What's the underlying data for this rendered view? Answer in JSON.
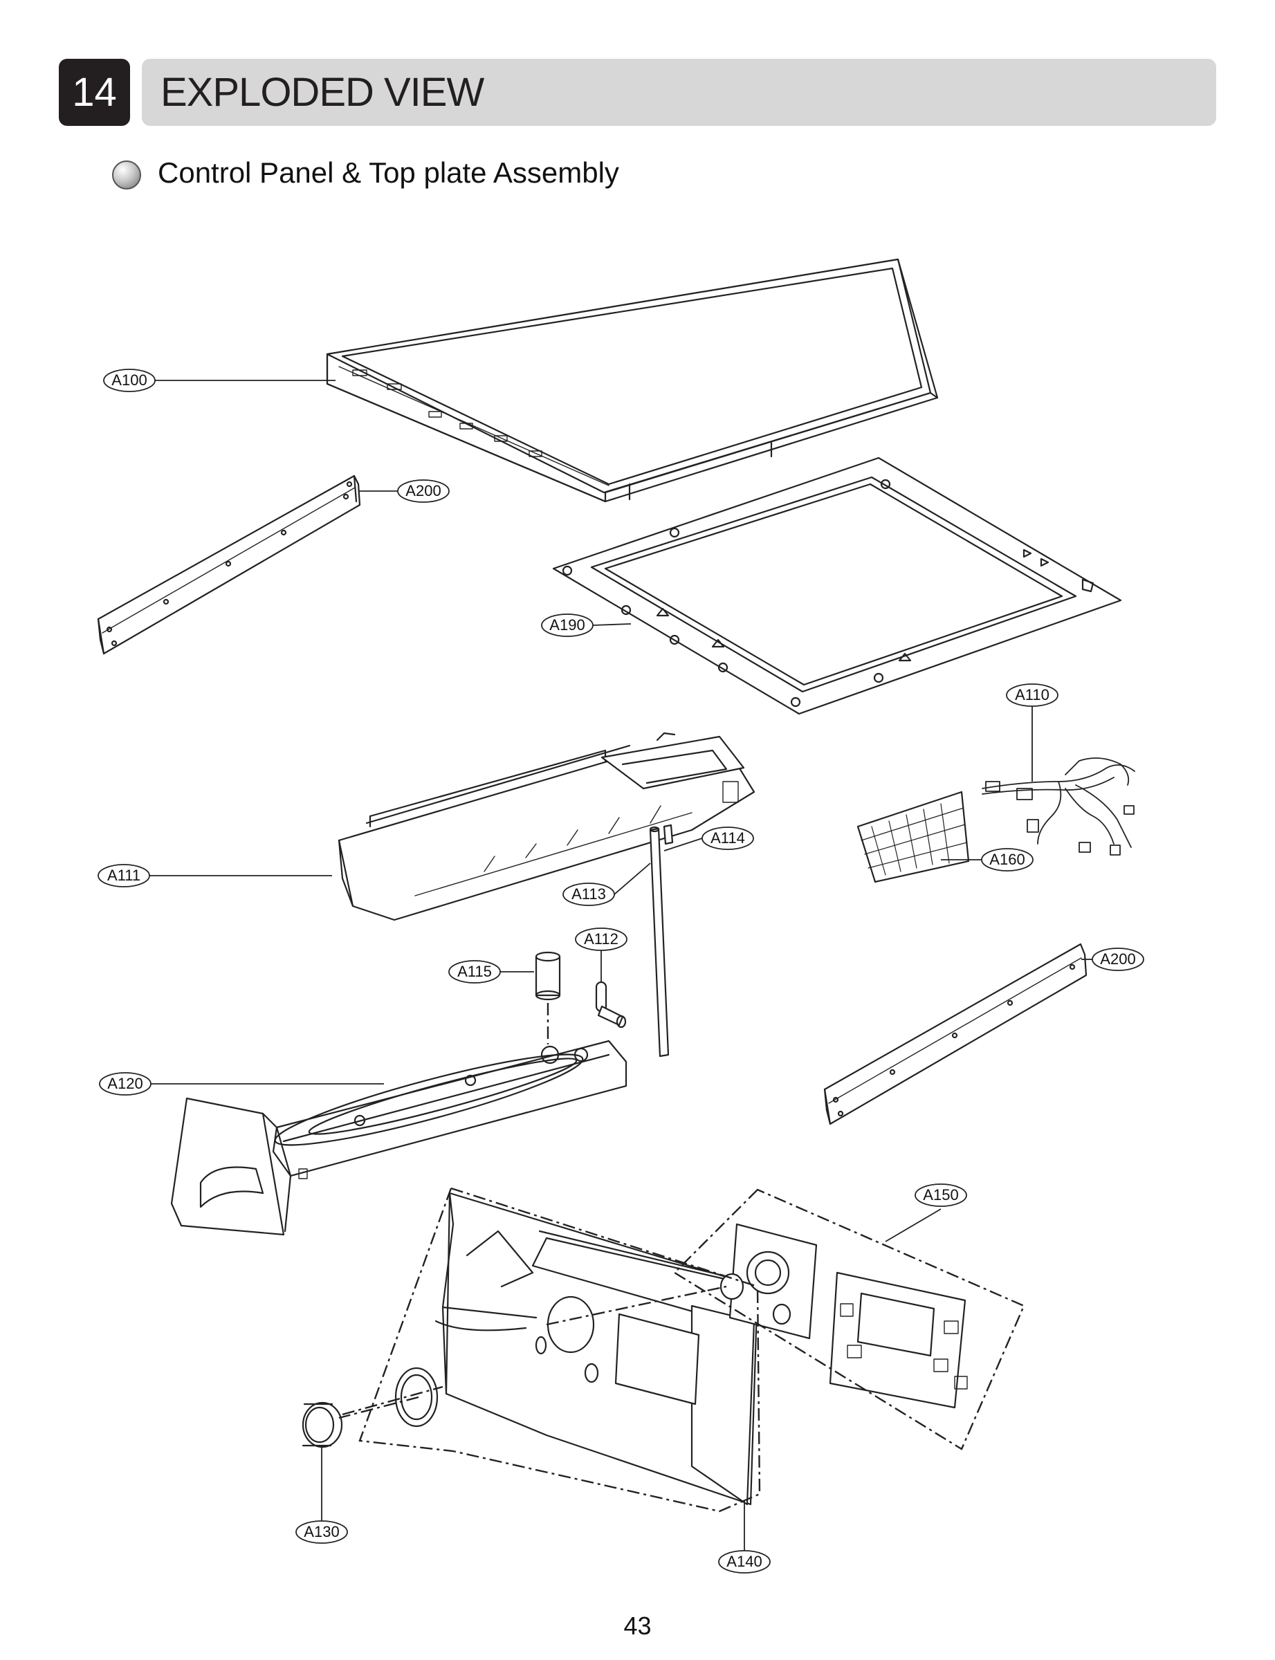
{
  "header": {
    "section_number": "14",
    "title": "EXPLODED VIEW"
  },
  "subtitle": "Control Panel & Top plate Assembly",
  "page_number": "43",
  "callouts": {
    "A100": "A100",
    "A200_top": "A200",
    "A190": "A190",
    "A110": "A110",
    "A111": "A111",
    "A114": "A114",
    "A113": "A113",
    "A160": "A160",
    "A112": "A112",
    "A115": "A115",
    "A200_right": "A200",
    "A120": "A120",
    "A150": "A150",
    "A130": "A130",
    "A140": "A140"
  }
}
